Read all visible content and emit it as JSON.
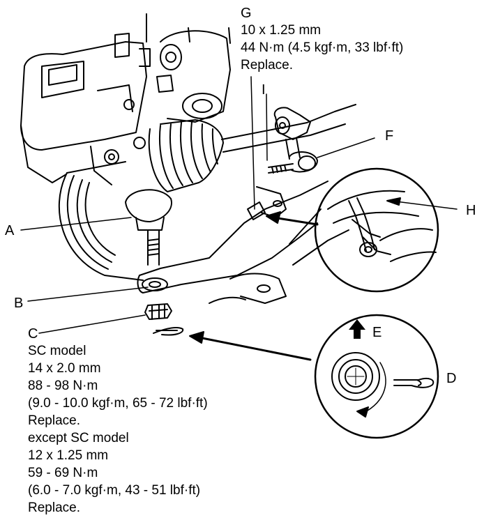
{
  "callouts": {
    "A": "A",
    "B": "B",
    "C": "C",
    "D": "D",
    "E": "E",
    "F": "F",
    "G": "G",
    "H": "H",
    "I": "I"
  },
  "spec_g": {
    "size": "10 x 1.25 mm",
    "torque": "44 N·m (4.5 kgf·m, 33 lbf·ft)",
    "note": "Replace."
  },
  "spec_c": {
    "sc_model": "SC model",
    "sc_size": "14 x 2.0 mm",
    "sc_torque": "88 - 98 N·m",
    "sc_torque_alt": "(9.0 - 10.0 kgf·m, 65 - 72 lbf·ft)",
    "sc_note": "Replace.",
    "except_model": "except SC model",
    "except_size": "12 x 1.25 mm",
    "except_torque": "59 - 69 N·m",
    "except_torque_alt": "(6.0 - 7.0 kgf·m, 43 - 51 lbf·ft)",
    "except_note": "Replace."
  }
}
